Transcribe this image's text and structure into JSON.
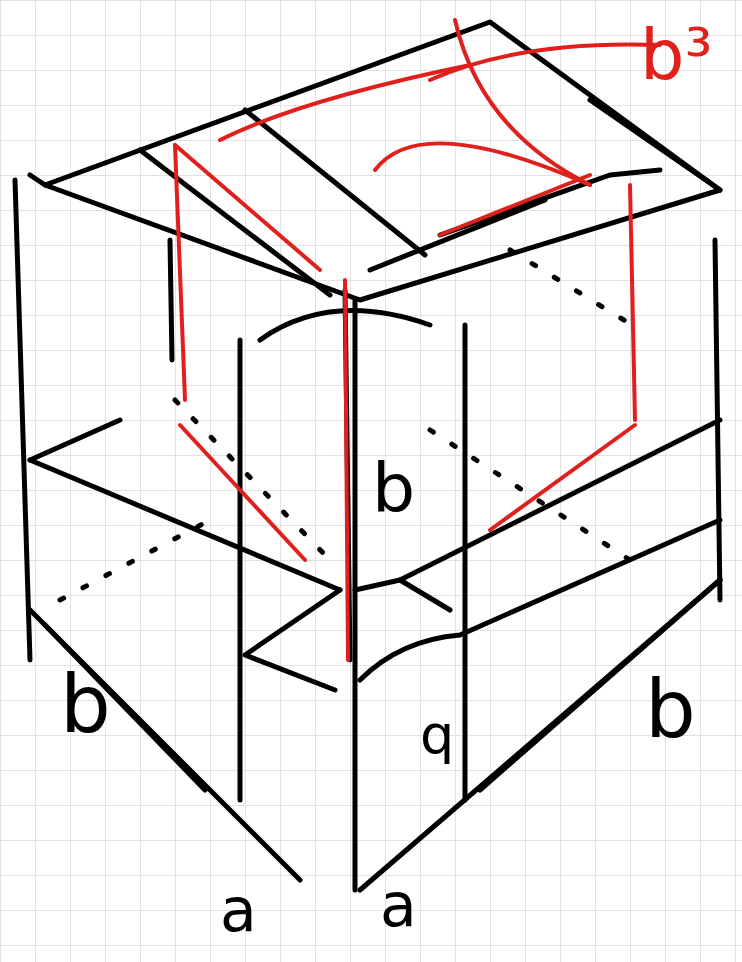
{
  "diagram": {
    "labels": [
      "b³",
      "b",
      "b",
      "q",
      "b",
      "a",
      "a"
    ]
  }
}
